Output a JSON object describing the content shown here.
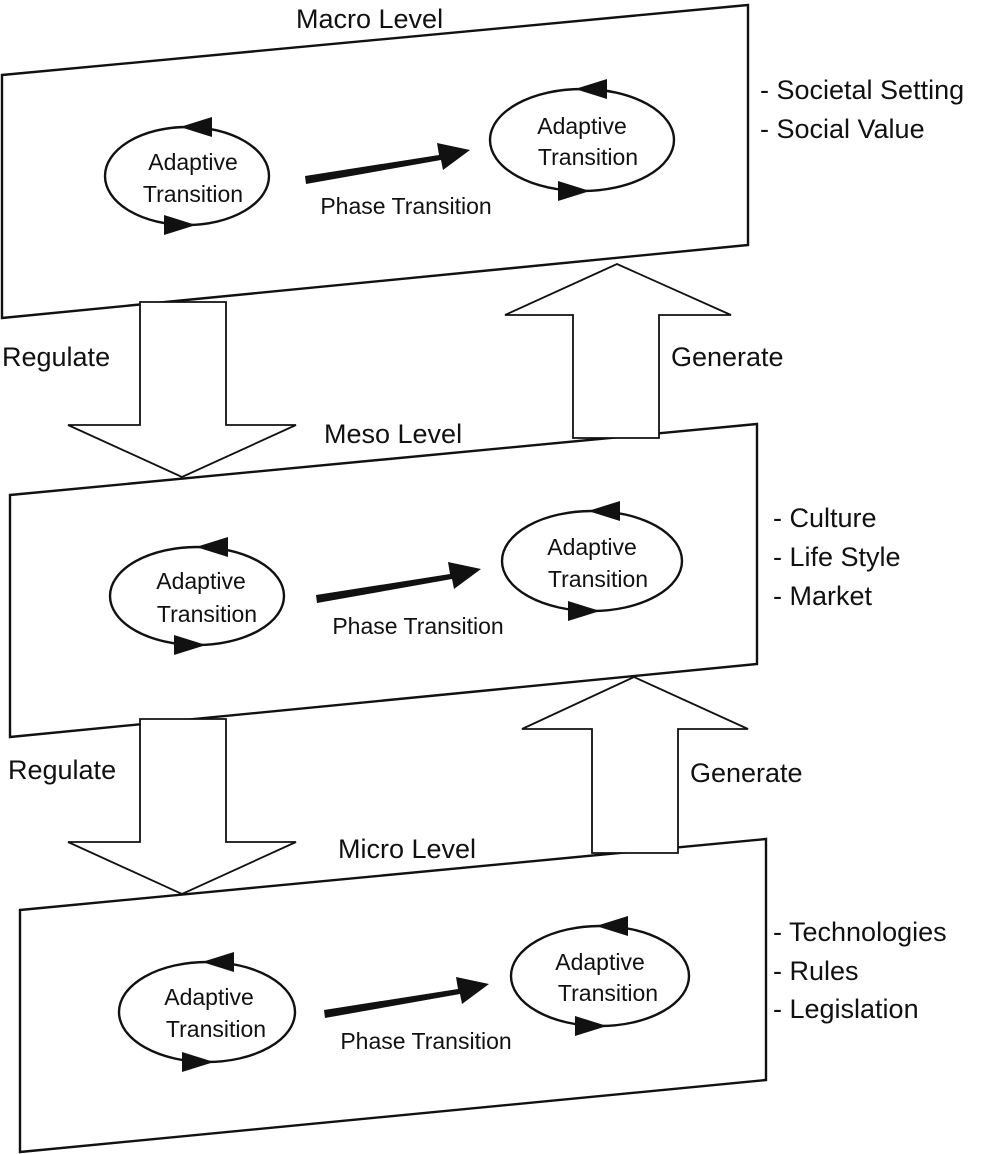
{
  "levels": [
    {
      "title": "Macro Level",
      "cycle_left": [
        "Adaptive",
        "Transition"
      ],
      "cycle_right": [
        "Adaptive",
        "Transition"
      ],
      "phase": "Phase Transition",
      "attributes": [
        "- Societal Setting",
        "- Social Value"
      ]
    },
    {
      "title": "Meso Level",
      "cycle_left": [
        "Adaptive",
        "Transition"
      ],
      "cycle_right": [
        "Adaptive",
        "Transition"
      ],
      "phase": "Phase Transition",
      "attributes": [
        "- Culture",
        "- Life Style",
        "- Market"
      ]
    },
    {
      "title": "Micro Level",
      "cycle_left": [
        "Adaptive",
        "Transition"
      ],
      "cycle_right": [
        "Adaptive",
        "Transition"
      ],
      "phase": "Phase Transition",
      "attributes": [
        "- Technologies",
        "- Rules",
        "- Legislation"
      ]
    }
  ],
  "flows": [
    {
      "down": "Regulate",
      "up": "Generate"
    },
    {
      "down": "Regulate",
      "up": "Generate"
    }
  ],
  "colors": {
    "stroke": "#111111",
    "fill": "#ffffff"
  }
}
